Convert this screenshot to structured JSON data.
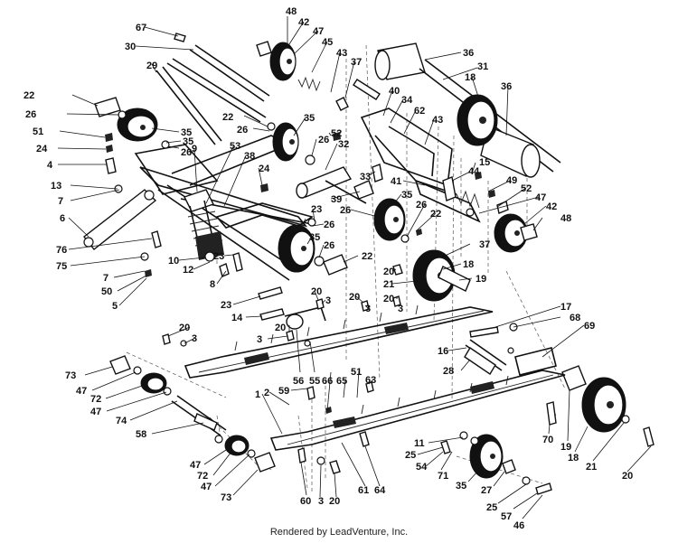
{
  "credit": "Rendered by LeadVenture, Inc.",
  "callouts": {
    "c67": "67",
    "c48a": "48",
    "c42a": "42",
    "c47a": "47",
    "c45": "45",
    "c30": "30",
    "c43a": "43",
    "c37a": "37",
    "c36a": "36",
    "c31": "31",
    "c18a": "18",
    "c36b": "36",
    "c29": "29",
    "c22a": "22",
    "c26a": "26",
    "c35a": "35",
    "c40": "40",
    "c34": "34",
    "c62": "62",
    "c43b": "43",
    "c22b": "22",
    "c26b": "26",
    "c35b": "35",
    "c52a": "52",
    "c26c": "26",
    "c32": "32",
    "c51a": "51",
    "c24a": "24",
    "c4": "4",
    "c35c": "35",
    "c26d": "26",
    "c9": "9",
    "c53": "53",
    "c38": "38",
    "c24b": "24",
    "c33": "33",
    "c15": "15",
    "c44": "44",
    "c49": "49",
    "c13": "13",
    "c7a": "7",
    "c6": "6",
    "c41": "41",
    "c52b": "52",
    "c47b": "47",
    "c42b": "42",
    "c39": "39",
    "c35d": "35",
    "c26e": "26",
    "c22c": "22",
    "c26f": "26",
    "c23a": "23",
    "c26g": "26",
    "c48b": "48",
    "c76": "76",
    "c75": "75",
    "c10": "10",
    "c12": "12",
    "c35e": "35",
    "c26h": "26",
    "c37b": "37",
    "c22d": "22",
    "c23b": "23",
    "c7b": "7",
    "c50": "50",
    "c5": "5",
    "c8": "8",
    "c20a": "20",
    "c21a": "21",
    "c18b": "18",
    "c19a": "19",
    "c23c": "23",
    "c20b": "20",
    "c3a": "3",
    "c20c": "20",
    "c3b": "3",
    "c20d": "20",
    "c3c": "3",
    "c17": "17",
    "c68": "68",
    "c69": "69",
    "c14": "14",
    "c20e": "20",
    "c3d": "3",
    "c20f": "20",
    "c3e": "3",
    "c16": "16",
    "c28": "28",
    "c73a": "73",
    "c47c": "47",
    "c72a": "72",
    "c47d": "47",
    "c74": "74",
    "c58": "58",
    "c56": "56",
    "c55": "55",
    "c66": "66",
    "c51b": "51",
    "c65": "65",
    "c63": "63",
    "c2": "2",
    "c1": "1",
    "c59": "59",
    "c11": "11",
    "c25a": "25",
    "c54": "54",
    "c71": "71",
    "c70": "70",
    "c19b": "19",
    "c18c": "18",
    "c21b": "21",
    "c20g": "20",
    "c47e": "47",
    "c72b": "72",
    "c47f": "47",
    "c73b": "73",
    "c60": "60",
    "c3f": "3",
    "c20h": "20",
    "c61": "61",
    "c64": "64",
    "c35f": "35",
    "c27": "27",
    "c25b": "25",
    "c57": "57",
    "c46": "46"
  }
}
